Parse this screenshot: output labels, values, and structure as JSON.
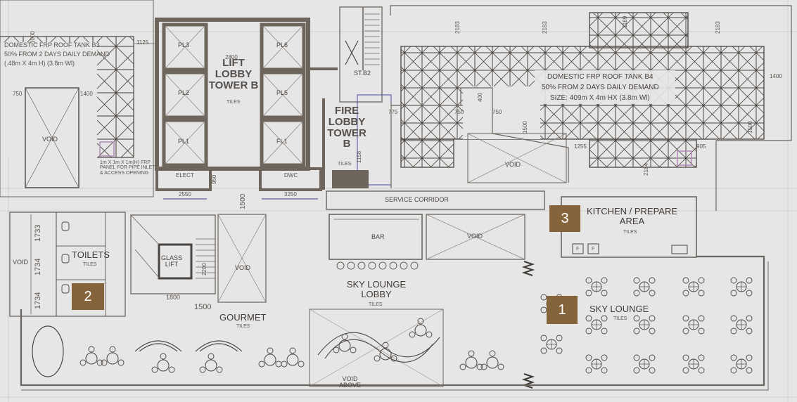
{
  "badges": {
    "b1": "1",
    "b2": "2",
    "b3": "3"
  },
  "labels": {
    "tank_b3_l1": "DOMESTIC FRP ROOF TANK B3",
    "tank_b3_l2": "50% FROM 2 DAYS DAILY DEMAND",
    "tank_b3_l3": "(.48m X 4m H) (3.8m Wl)",
    "void_left": "VOID",
    "pl3": "PL3",
    "pl2": "PL2",
    "pl1": "PL1",
    "pl6": "PL6",
    "pl5": "PL5",
    "fl1": "FL1",
    "lift_lobby": "LIFT\nLOBBY\nTOWER B",
    "tiles": "TILES",
    "fire_lobby": "FIRE\nLOBBY\nTOWER\nB",
    "st_b2": "ST.B2",
    "tank_b4_l1": "DOMESTIC FRP ROOF TANK B4",
    "tank_b4_l2": "50% FROM 2 DAYS DAILY DEMAND",
    "tank_b4_l3": "SIZE: 409m X 4m HX (3.8m Wl)",
    "void_mid": "VOID",
    "elect": "ELECT",
    "dwc": "DWC",
    "service_corridor": "SERVICE CORRIDOR",
    "bar": "BAR",
    "void_bar": "VOID",
    "kitchen": "KITCHEN / PREPARE\nAREA",
    "toilets": "TOILETS",
    "void_toilet": "VOID",
    "glass_lift": "GLASS\nLIFT",
    "void_gourmet": "VOID",
    "gourmet": "GOURMET",
    "sky_lobby": "SKY LOUNGE\nLOBBY",
    "sky_lounge": "SKY LOUNGE",
    "void_above": "VOID\nABOVE",
    "frp_note": "1m X 1m X 1m(H) FRP\nPANEL FOR PIPE INLET\n& ACCESS OPENING",
    "f1": "F",
    "f2": "F"
  },
  "dims": {
    "d1000": "1000",
    "d1125": "1125",
    "d750a": "750",
    "d1400a": "1400",
    "d2800": "2800",
    "d2183a": "2183",
    "d2183b": "2183",
    "d2183c": "2183",
    "d1189": "1189",
    "d1400b": "1400",
    "d775": "775",
    "d750b": "750",
    "d400": "400",
    "d750c": "750",
    "d1500a": "1500",
    "d1500b": "1500",
    "d1255": "1255",
    "d905": "905",
    "d2550": "2550",
    "d3250": "3250",
    "d950": "950",
    "d1500c": "1500",
    "d1733": "1733",
    "d1734a": "1734",
    "d1734b": "1734",
    "d1800": "1800",
    "d1500d": "1500",
    "d2200": "2200",
    "d2184": "2184",
    "d1158": "1158"
  }
}
